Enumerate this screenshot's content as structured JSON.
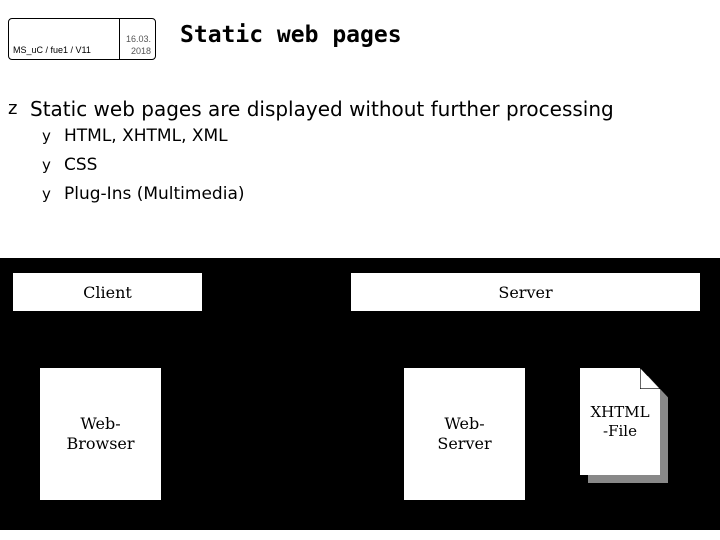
{
  "header": {
    "course_code": "MS_uC / fue1 / V11",
    "date_line1": "16.03.",
    "date_line2": "2018"
  },
  "slide": {
    "title": "Static web pages",
    "main_bullet": "Static web pages are displayed without further processing",
    "sub_bullets": [
      "HTML, XHTML, XML",
      "CSS",
      "Plug-Ins (Multimedia)"
    ]
  },
  "diagram": {
    "client_label": "Client",
    "server_label": "Server",
    "browser_line1": "Web-",
    "browser_line2": "Browser",
    "webserver_line1": "Web-",
    "webserver_line2": "Server",
    "file_line1": "XHTML",
    "file_line2": "-File"
  },
  "colors": {
    "diagram_background": "#000000",
    "file_shadow": "#888888"
  },
  "icons": {
    "main_bullet": "z-bullet-icon",
    "sub_bullet": "y-bullet-icon"
  }
}
